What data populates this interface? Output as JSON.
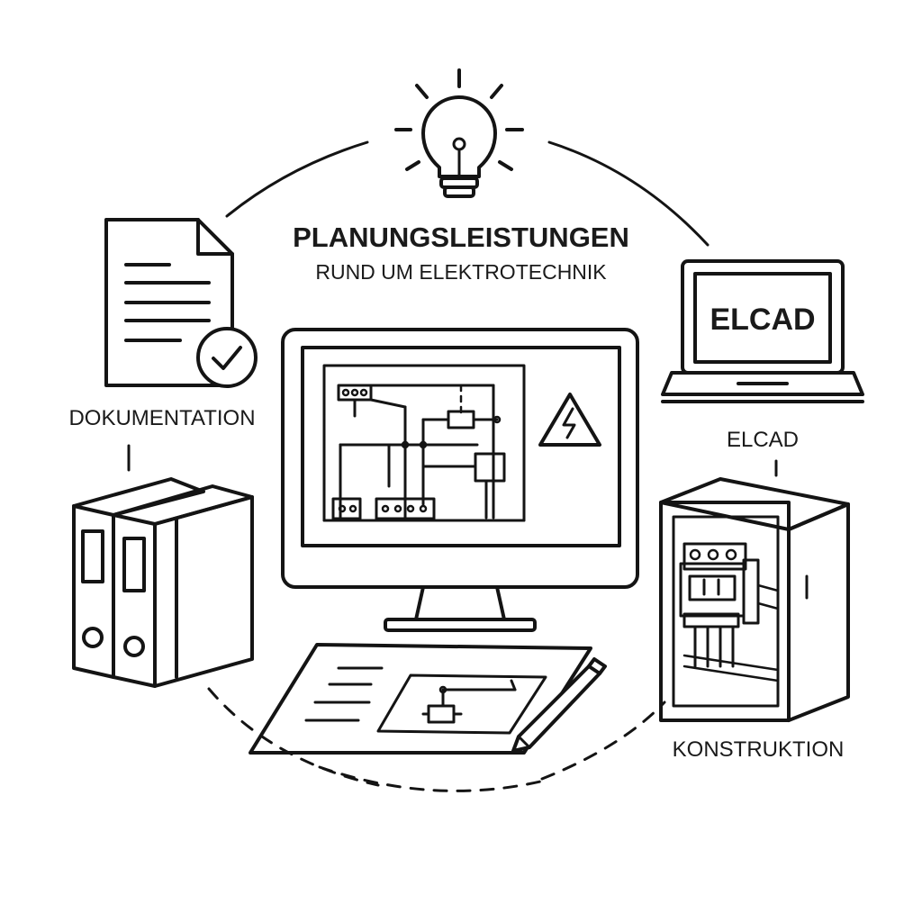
{
  "header": {
    "title": "PLANUNGSLEISTUNGEN",
    "subtitle": "RUND UM ELEKTROTECHNIK"
  },
  "labels": {
    "documentation": "DOKUMENTATION",
    "elcad": "ELCAD",
    "construction": "KONSTRUKTION"
  },
  "laptop": {
    "screen_text": "ELCAD"
  },
  "icons": [
    "lightbulb-icon",
    "document-check-icon",
    "binders-icon",
    "monitor-schematic-icon",
    "warning-high-voltage-icon",
    "laptop-icon",
    "control-cabinet-icon",
    "blueprint-pen-icon"
  ],
  "colors": {
    "line": "#141414",
    "background": "#ffffff"
  }
}
